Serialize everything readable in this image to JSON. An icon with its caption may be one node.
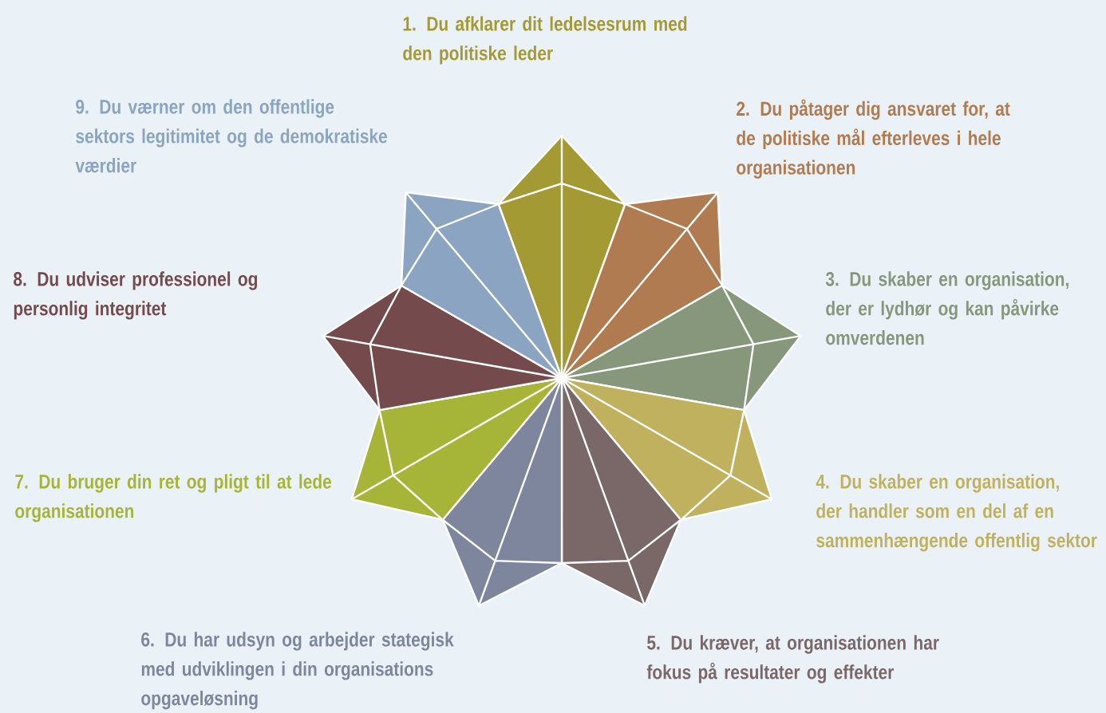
{
  "diagram": {
    "labels": [
      "1. Du afklarer dit ledelsesrum med den politiske leder",
      "2. Du påtager dig ansvaret for, at de politiske mål efterleves i hele organisationen",
      "3. Du skaber en organisation, der er lydhør og kan påvirke omverdenen",
      "4. Du skaber en organisation, der handler som en del af en sammenhængende offentlig sektor",
      "5. Du kræver, at organisationen har fokus på resultater og effekter",
      "6. Du har udsyn og arbejder stategisk med udviklingen i din organisations opgaveløsning",
      "7. Du bruger din ret og pligt til at lede organisationen",
      "8. Du udviser professionel og personlig integritet",
      "9. Du værner om den offentlige sektors legitimitet og de demokratiske værdier"
    ]
  }
}
